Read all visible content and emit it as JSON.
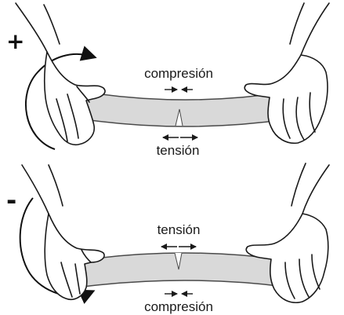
{
  "colors": {
    "beam_fill": "#d9d9d9",
    "beam_stroke": "#4a4a4a",
    "ink": "#1a1a1a",
    "background": "#ffffff"
  },
  "panels": [
    {
      "sign": "+",
      "top_label": "compresión",
      "bottom_label": "tensión"
    },
    {
      "sign": "-",
      "top_label": "tensión",
      "bottom_label": "compresión"
    }
  ]
}
